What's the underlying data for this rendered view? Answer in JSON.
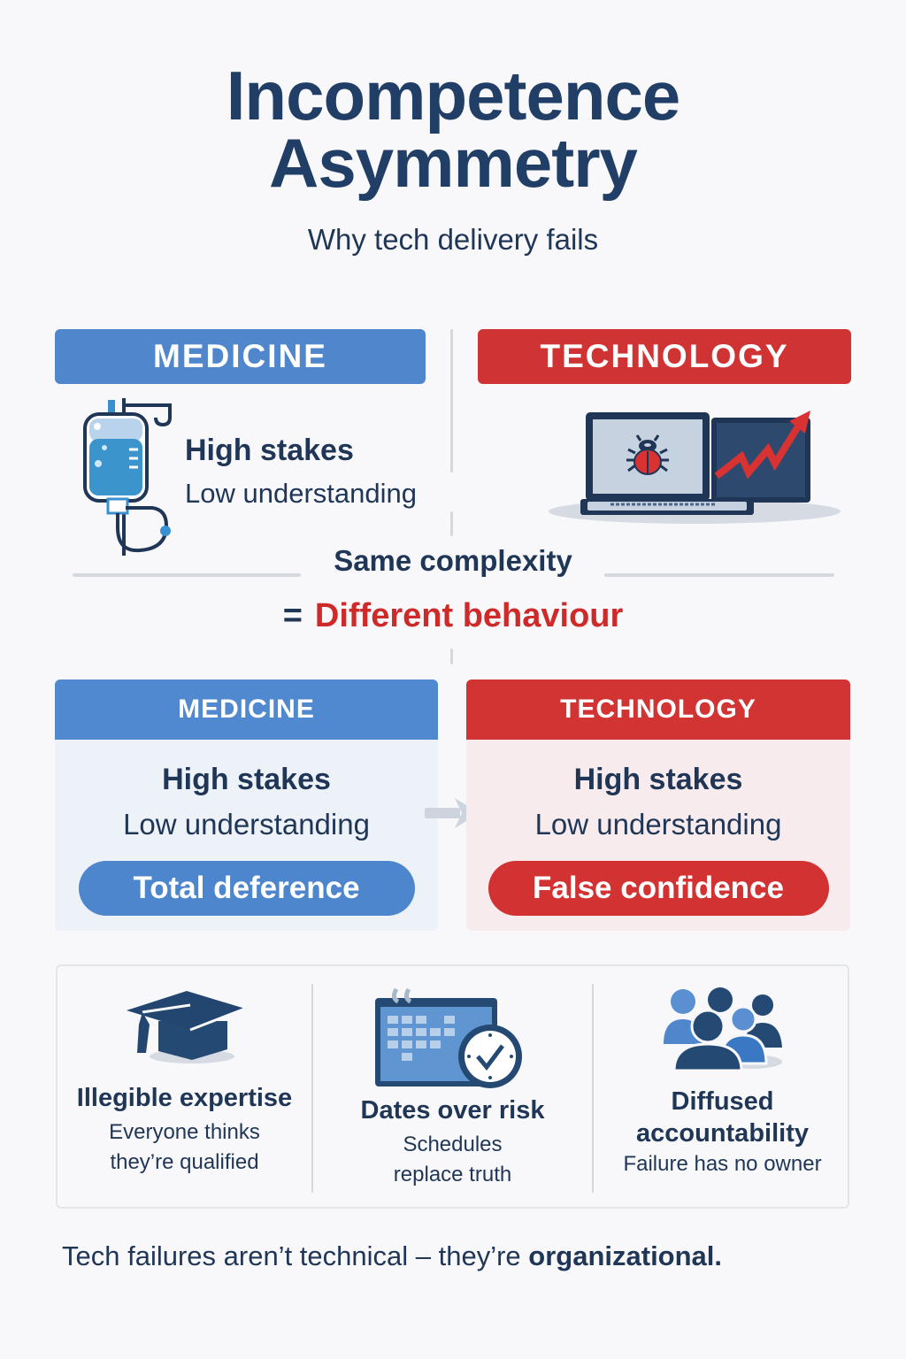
{
  "header": {
    "title_line1": "Incompetence",
    "title_line2": "Asymmetry",
    "subtitle": "Why tech delivery fails"
  },
  "top_comparison": {
    "medicine": {
      "label": "MEDICINE",
      "icon": "iv-drip-icon",
      "stakes": "High stakes",
      "understanding": "Low understanding"
    },
    "technology": {
      "label": "TECHNOLOGY",
      "icon": "laptop-bug-chart-icon"
    }
  },
  "middle": {
    "same": "Same complexity",
    "equals": "=",
    "different": "Different behaviour"
  },
  "cards": {
    "medicine": {
      "label": "MEDICINE",
      "stakes": "High stakes",
      "understanding": "Low understanding",
      "verdict": "Total deference"
    },
    "technology": {
      "label": "TECHNOLOGY",
      "stakes": "High stakes",
      "understanding": "Low understanding",
      "verdict": "False confidence"
    },
    "arrow_icon": "arrow-right-icon"
  },
  "causes": [
    {
      "icon": "graduation-cap-icon",
      "title": "Illegible expertise",
      "line1": "Everyone thinks",
      "line2": "they’re qualified"
    },
    {
      "icon": "calendar-clock-icon",
      "title": "Dates over risk",
      "line1": "Schedules",
      "line2": "replace truth"
    },
    {
      "icon": "group-people-icon",
      "title_line1": "Diffused",
      "title_line2": "accountability",
      "line1": "Failure has no owner"
    }
  ],
  "footer": {
    "text": "Tech failures aren’t technical – they’re ",
    "emphasis": "organizational."
  },
  "colors": {
    "navy": "#1f3656",
    "blue": "#4f86cc",
    "red": "#d03333",
    "background": "#f8f8fa"
  }
}
